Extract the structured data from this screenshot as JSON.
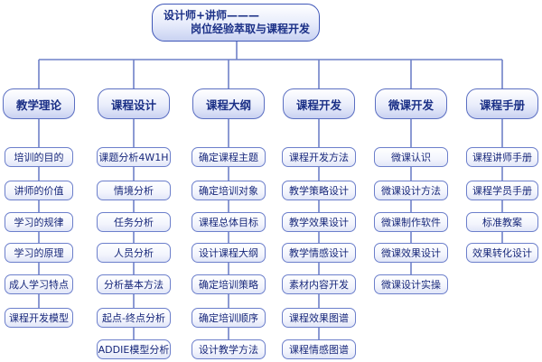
{
  "root": {
    "line1": "设计师+讲师———",
    "line2": "岗位经验萃取与课程开发"
  },
  "columns": [
    {
      "name": "教学理论",
      "items": [
        "培训的目的",
        "讲师的价值",
        "学习的规律",
        "学习的原理",
        "成人学习特点",
        "课程开发模型"
      ]
    },
    {
      "name": "课程设计",
      "items": [
        "课题分析4W1H",
        "情境分析",
        "任务分析",
        "人员分析",
        "分析基本方法",
        "起点-终点分析",
        "ADDIE模型分析"
      ]
    },
    {
      "name": "课程大纲",
      "items": [
        "确定课程主题",
        "确定培训对象",
        "课程总体目标",
        "设计课程大纲",
        "确定培训策略",
        "确定培训顺序",
        "设计教学方法"
      ]
    },
    {
      "name": "课程开发",
      "items": [
        "课程开发方法",
        "教学策略设计",
        "教学效果设计",
        "教学情感设计",
        "素材内容开发",
        "课程效果图谱",
        "课程情感图谱"
      ]
    },
    {
      "name": "微课开发",
      "items": [
        "微课认识",
        "微课设计方法",
        "微课制作软件",
        "微课效果设计",
        "微课设计实操"
      ]
    },
    {
      "name": "课程手册",
      "items": [
        "课程讲师手册",
        "课程学员手册",
        "标准教案",
        "效果转化设计"
      ]
    }
  ],
  "colors": {
    "connector": "#6f81c8",
    "border": "#5b6fc2",
    "text": "#1a2f86"
  }
}
